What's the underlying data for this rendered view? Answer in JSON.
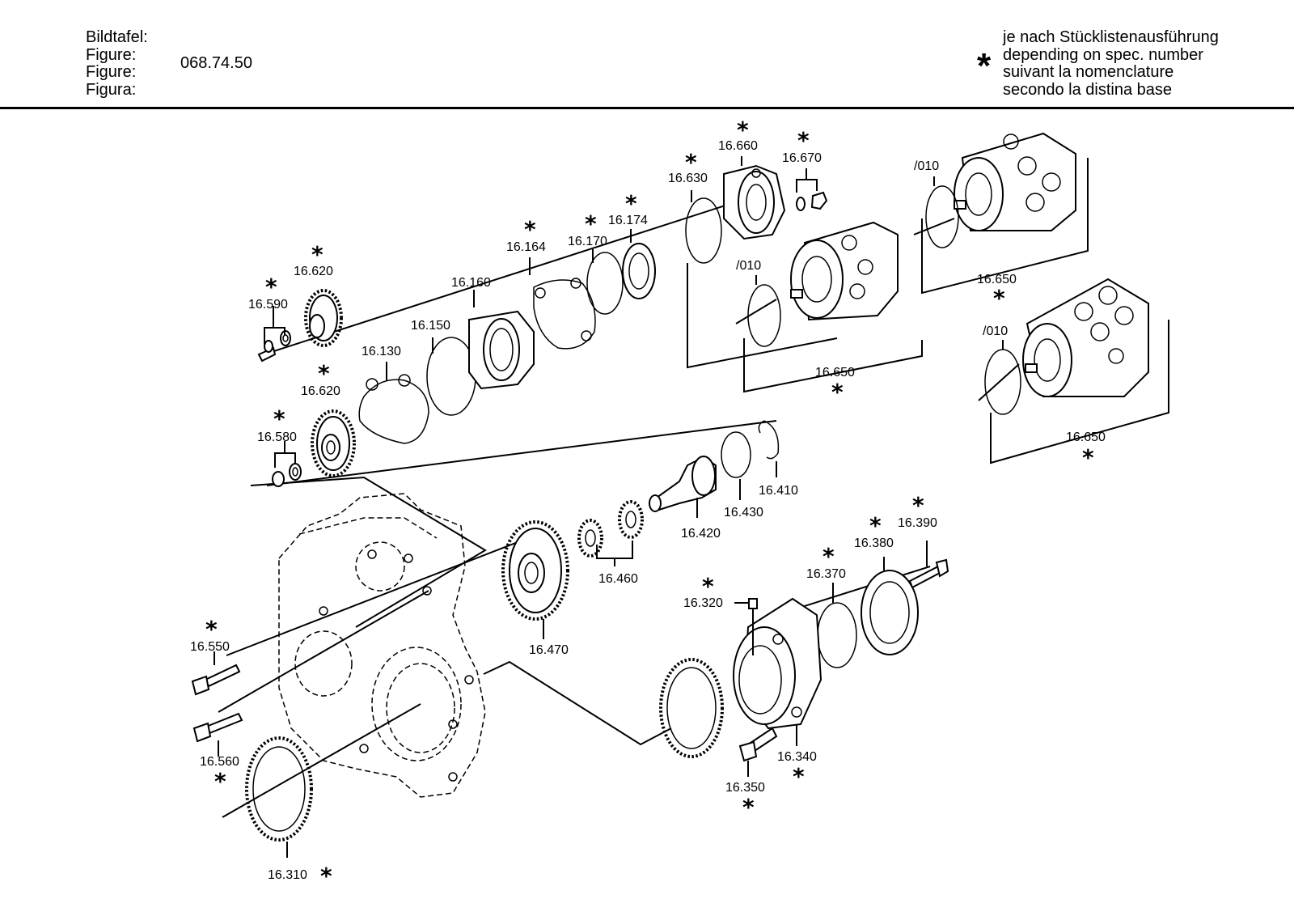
{
  "header": {
    "labels": [
      "Bildtafel:",
      "Figure:",
      "Figure:",
      "Figura:"
    ],
    "figure_number": "068.74.50",
    "note_symbol": "*",
    "note_lines": [
      "je nach Stücklistenausführung",
      "depending on spec. number",
      "suivant la nomenclature",
      "secondo la distina base"
    ]
  },
  "parts": {
    "p16660": "16.660",
    "p16670": "16.670",
    "p16630": "16.630",
    "p16174": "16.174",
    "p16170": "16.170",
    "p16164": "16.164",
    "p16160": "16.160",
    "p16150": "16.150",
    "p16130": "16.130",
    "p16620a": "16.620",
    "p16590": "16.590",
    "p16620b": "16.620",
    "p16580": "16.580",
    "p010a": "/010",
    "p010b": "/010",
    "p010c": "/010",
    "p16650a": "16.650",
    "p16650b": "16.650",
    "p16650c": "16.650",
    "p16410": "16.410",
    "p16430": "16.430",
    "p16420": "16.420",
    "p16460": "16.460",
    "p16470": "16.470",
    "p16390": "16.390",
    "p16380": "16.380",
    "p16370": "16.370",
    "p16320": "16.320",
    "p16550": "16.550",
    "p16560": "16.560",
    "p16340": "16.340",
    "p16350": "16.350",
    "p16310": "16.310"
  },
  "marker": "*"
}
